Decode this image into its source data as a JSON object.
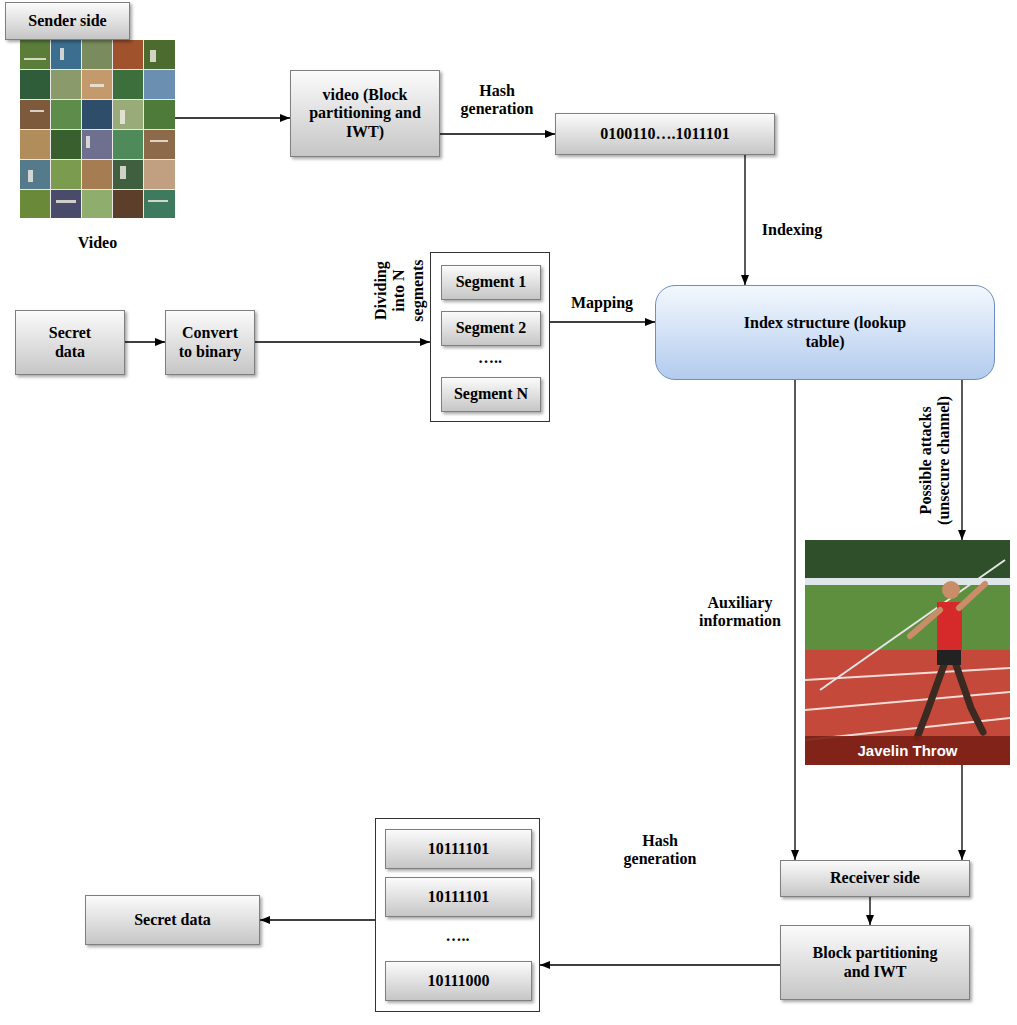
{
  "diagram": {
    "nodes": [
      {
        "text": [
          "Sender side"
        ]
      },
      {
        "text": [
          "Video"
        ]
      },
      {
        "text": [
          "video (Block partitioning and IWT)"
        ]
      },
      {
        "text": [
          "0100110….1011101"
        ]
      },
      {
        "text": [
          "Secret data"
        ]
      },
      {
        "text": [
          "Convert to binary"
        ]
      },
      {
        "text": [
          "….."
        ]
      },
      {
        "text": [
          "Segment 1"
        ],
        "in": 6
      },
      {
        "text": [
          "Segment 2"
        ],
        "in": 6
      },
      {
        "text": [
          "Segment N"
        ],
        "in": 6
      },
      {
        "text": [
          "Index structure (lookup table)"
        ]
      },
      {
        "text": [
          "Javelin Throw"
        ]
      },
      {
        "text": [
          "Receiver side"
        ]
      },
      {
        "text": [
          "Block partitioning and IWT"
        ]
      },
      {
        "text": [
          "….."
        ]
      },
      {
        "text": [
          "10111101"
        ],
        "in": 14
      },
      {
        "text": [
          "10111101"
        ],
        "in": 14
      },
      {
        "text": [
          "10111000"
        ],
        "in": 14
      },
      {
        "text": [
          "Secret data"
        ]
      }
    ],
    "edges": [
      {
        "from": 1,
        "to": 2,
        "arrow": "to"
      },
      {
        "from": 2,
        "to": 3,
        "arrow": "to",
        "label": "Hash generation"
      },
      {
        "from": 4,
        "to": 5,
        "arrow": "to"
      },
      {
        "from": 5,
        "to": 6,
        "arrow": "to",
        "label": "Dividing into N segments"
      },
      {
        "from": 6,
        "to": 10,
        "arrow": "to",
        "label": "Mapping"
      },
      {
        "from": 3,
        "to": 10,
        "arrow": "to",
        "label": "Indexing"
      },
      {
        "from": 10,
        "to": 12,
        "arrow": "to",
        "label": "Auxiliary information"
      },
      {
        "from": 10,
        "to": 11,
        "arrow": "to",
        "label": "Possible attacks (unsecure channel)"
      },
      {
        "from": 11,
        "to": 12,
        "arrow": "to"
      },
      {
        "from": 12,
        "to": 13,
        "arrow": "to"
      },
      {
        "from": 13,
        "to": 14,
        "arrow": "to",
        "label": "Hash generation"
      },
      {
        "from": 14,
        "to": 18,
        "arrow": "to"
      }
    ]
  }
}
